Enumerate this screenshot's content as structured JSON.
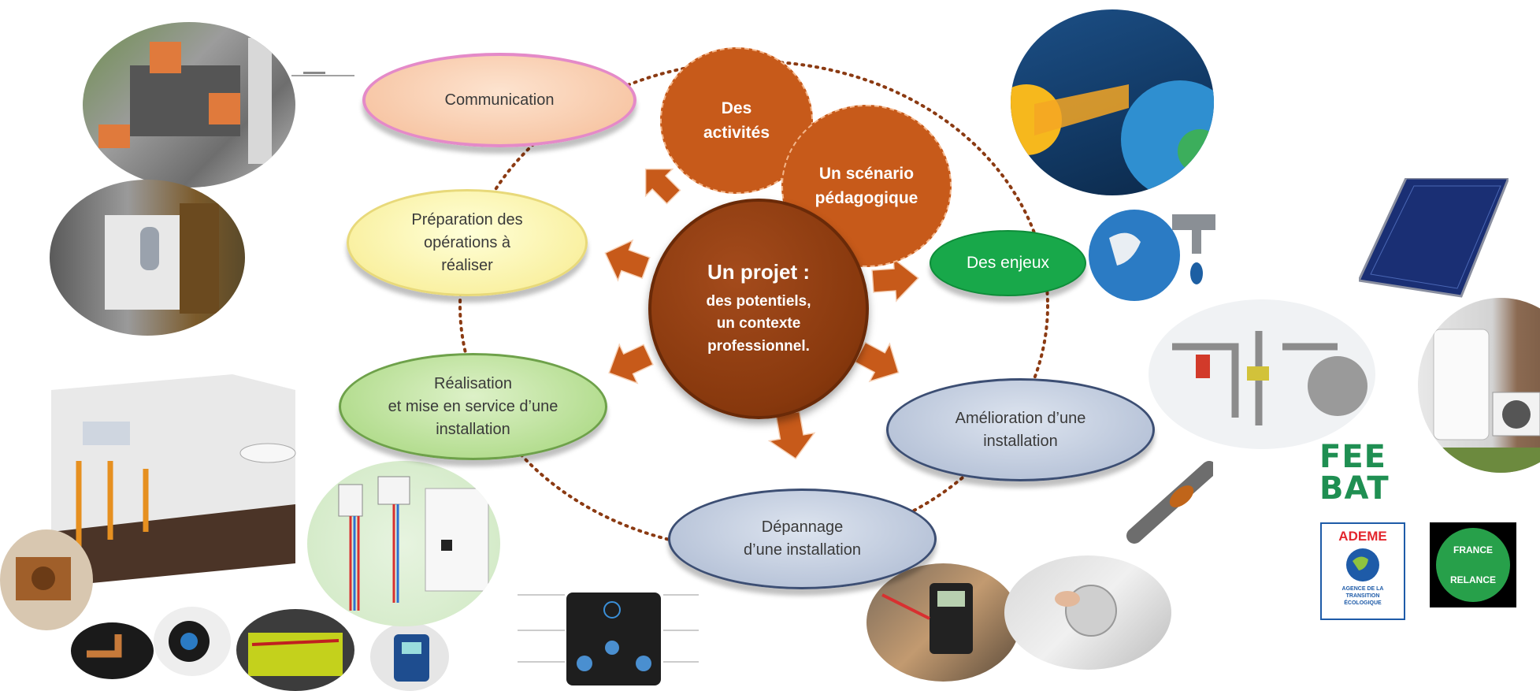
{
  "center": {
    "title": "Un projet :",
    "subtitle": "des potentiels,\nun contexte\nprofessionnel."
  },
  "top_circles": {
    "activites": "Des\nactivités",
    "scenario": "Un scénario\npédagogique"
  },
  "branches": {
    "communication": "Communication",
    "preparation": "Préparation des\nopérations à\nréaliser",
    "realisation": "Réalisation\net mise en service d’une\ninstallation",
    "enjeux": "Des enjeux",
    "amelioration": "Amélioration d’une\ninstallation",
    "depannage": "Dépannage\nd’une installation"
  },
  "logos": {
    "feebat_line1": "FEE",
    "feebat_line2": "BAT",
    "ademe": "ADEME",
    "ademe_caption": "AGENCE DE LA\nTRANSITION\nÉCOLOGIQUE",
    "france_relance": "FRANCE\nRELANCE"
  },
  "colors": {
    "arrow": "#c75a1a",
    "dotted_ring": "#8b3a12",
    "center": "#87380d",
    "enjeux": "#18a84a"
  }
}
